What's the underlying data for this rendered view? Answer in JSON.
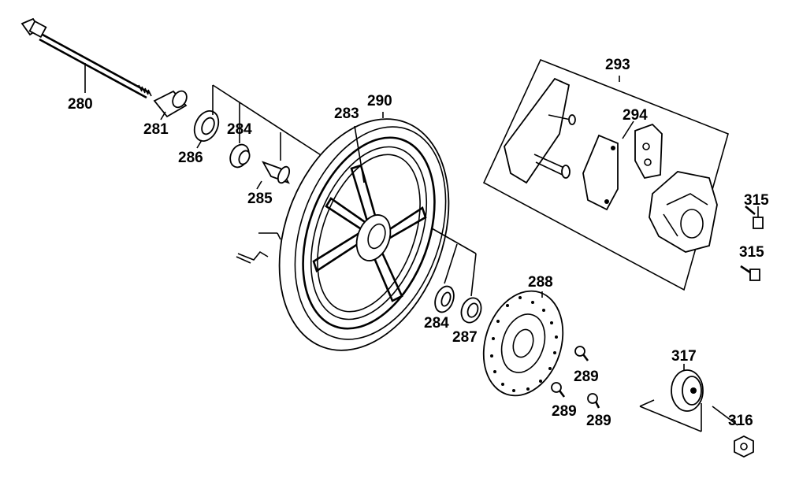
{
  "callouts": {
    "p280": "280",
    "p281": "281",
    "p286": "286",
    "p284a": "284",
    "p285": "285",
    "p283": "283",
    "p290": "290",
    "p284b": "284",
    "p287": "287",
    "p288": "288",
    "p289a": "289",
    "p289b": "289",
    "p289c": "289",
    "p293": "293",
    "p294": "294",
    "p315a": "315",
    "p315b": "315",
    "p317": "317",
    "p316": "316"
  }
}
